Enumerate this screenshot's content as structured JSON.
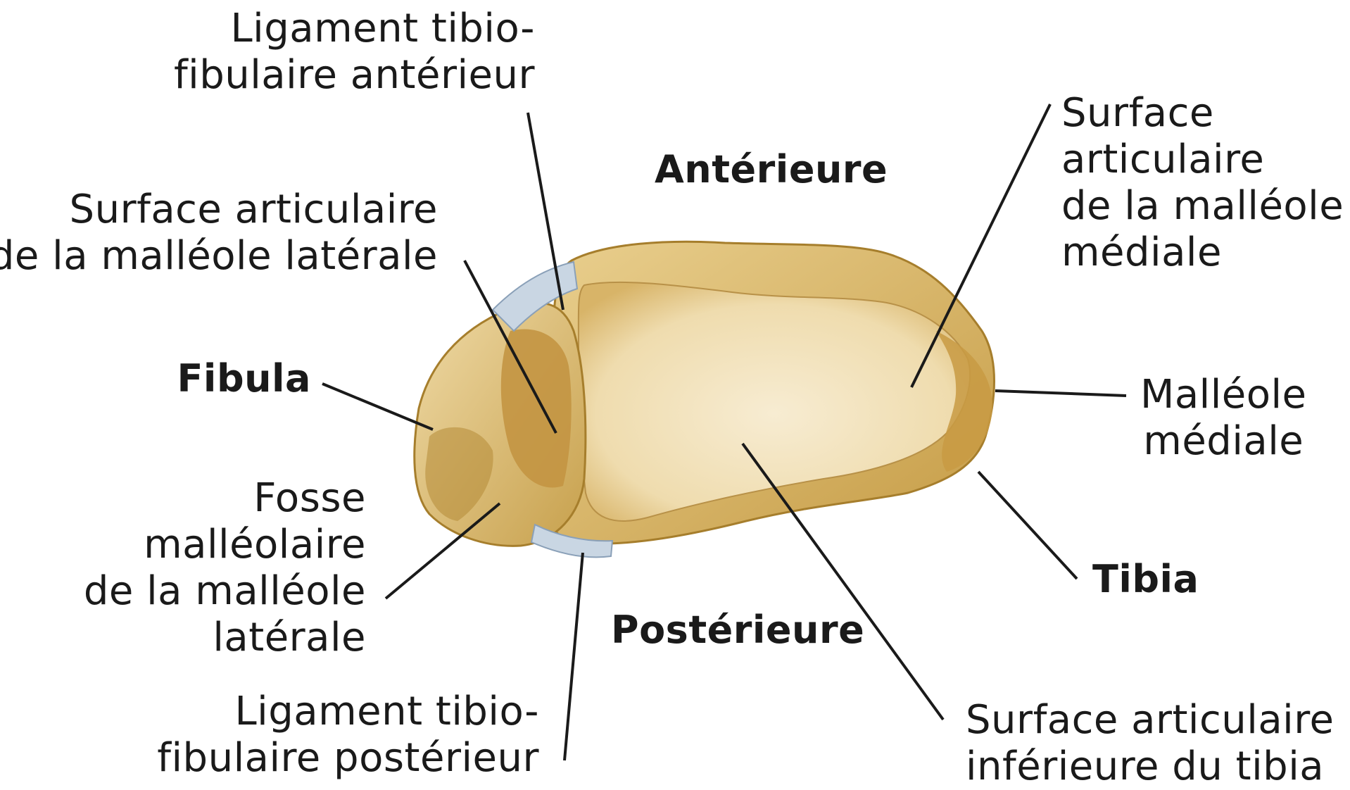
{
  "colors": {
    "bone_light": "#f3e5c0",
    "bone_mid": "#e6cc8e",
    "bone_dark": "#c9a14e",
    "bone_shadow": "#b58a36",
    "ligament": "#c9d6e3",
    "leader": "#1a1a1a"
  },
  "labels": {
    "lig_ant": [
      "Ligament tibio-",
      "fibulaire antérieur"
    ],
    "surf_lat": [
      "Surface articulaire",
      "de la malléole latérale"
    ],
    "fibula": "Fibula",
    "fosse": [
      "Fosse",
      "malléolaire",
      "de la malléole",
      "latérale"
    ],
    "lig_post": [
      "Ligament tibio-",
      "fibulaire postérieur"
    ],
    "anterieure": "Antérieure",
    "posterieure": "Postérieure",
    "surf_med": [
      "Surface",
      "articulaire",
      "de la malléole",
      "médiale"
    ],
    "malleole_med": [
      "Malléole",
      "médiale"
    ],
    "tibia": "Tibia",
    "surf_inf": [
      "Surface articulaire",
      "inférieure du tibia"
    ]
  }
}
